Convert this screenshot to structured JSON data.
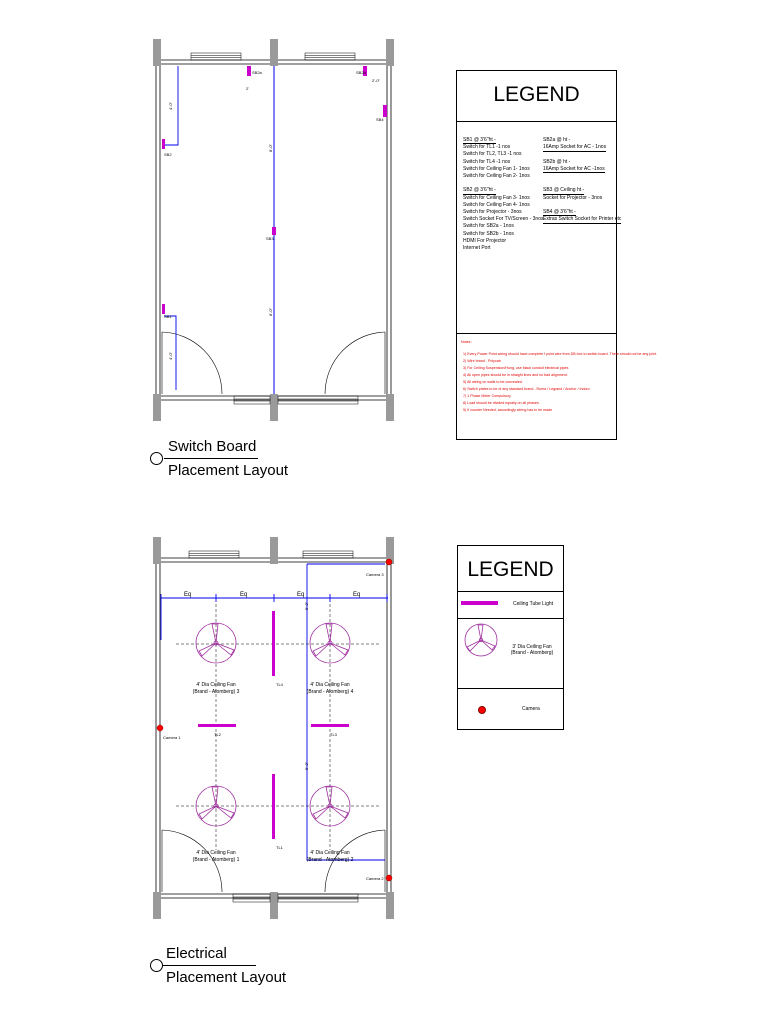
{
  "switch_layout": {
    "caption_line1": "Switch Board",
    "caption_line2": "Placement Layout",
    "labels": {
      "sb1": "SB1",
      "sb2": "SB2",
      "sb2a": "SB2a",
      "sb2b": "SB2b",
      "sb3": "SB3",
      "sb4": "SB4",
      "dim_left_top": "4'-0\"",
      "dim_left_bottom": "4'-0\"",
      "dim_center_top": "8'-0\"",
      "dim_center_bottom": "8'-0\"",
      "dim_top_right": "2'-0\"",
      "dim_top_small": "2'"
    }
  },
  "legend1": {
    "title": "LEGEND",
    "left_col": [
      {
        "text": "SB1 @ 3'6\"ht -",
        "underline": true
      },
      {
        "text": "Switch for TL1 -1 nos",
        "underline": false
      },
      {
        "text": "Switch for TL2, TL3 -1 nos",
        "underline": false
      },
      {
        "text": "Switch for TL4 -1 nos",
        "underline": false
      },
      {
        "text": "Switch for Ceiling Fan 1- 1nos",
        "underline": false
      },
      {
        "text": "Switch for Ceiling Fan 2- 1nos",
        "underline": false
      },
      {
        "text": "",
        "underline": false
      },
      {
        "text": "SB2 @ 3'6\"ht -",
        "underline": true
      },
      {
        "text": "Switch for Ceiling Fan 3- 1nos",
        "underline": false
      },
      {
        "text": "Switch for Ceiling Fan 4- 1nos",
        "underline": false
      },
      {
        "text": "Switch for Projector - 3nos",
        "underline": false
      },
      {
        "text": "Switch Socket For TV/Screen - 3nos",
        "underline": false
      },
      {
        "text": "Switch for SB2a - 1nos",
        "underline": false
      },
      {
        "text": "Switch for SB2b - 1nos",
        "underline": false
      },
      {
        "text": "HDMI For Projector",
        "underline": false
      },
      {
        "text": "Internet Port",
        "underline": false
      }
    ],
    "right_col": [
      {
        "text": "SB2a @ ht -",
        "underline": false
      },
      {
        "text": "16Amp Socket for AC - 1nos",
        "underline": true
      },
      {
        "text": "",
        "underline": false
      },
      {
        "text": "SB2b @ ht -",
        "underline": false
      },
      {
        "text": "16Amp Socket for AC -1nos",
        "underline": true
      },
      {
        "text": "",
        "underline": false
      },
      {
        "text": "",
        "underline": false
      },
      {
        "text": "SB3 @ Ceiling ht -",
        "underline": true
      },
      {
        "text": "Socket for Projector - 3nos",
        "underline": false
      },
      {
        "text": "",
        "underline": false
      },
      {
        "text": "SB4 @ 3'6\"ht -",
        "underline": true
      },
      {
        "text": "Extras Switch Socket for Printer etc",
        "underline": true
      }
    ],
    "notes_title": "Notes :",
    "notes": [
      "1)    Every Power Point wiring should have complete f point wire from DB box to switch board. There should not be any joint.",
      "2)    Wire brand - Polycab",
      "3)    For Ceiling Suspension/Hung, use black conduit electrical pipes",
      "4)    All open pipes should be in straight lines and no bad alignment.",
      "5)    All wiring on walls to be concealed.",
      "6)    Switch plates to be of any standard brand - Roma / Legrand / Anchor / Indoro",
      "7)    1 Phase Meter Compulsory",
      "8)    Load should be divided equally on all phases.",
      "9)    If counter Needed, accordingly wiring has to be made"
    ]
  },
  "electrical_layout": {
    "caption_line1": "Electrical",
    "caption_line2": "Placement Layout",
    "eq_label": "Eq",
    "fans": [
      {
        "line1": "4' Dia Ceiling Fan",
        "line2": "(Brand - Atomberg) 3"
      },
      {
        "line1": "4' Dia Ceiling Fan",
        "line2": "(Brand - Atomberg) 4"
      },
      {
        "line1": "4' Dia Ceiling Fan",
        "line2": "(Brand - Atomberg) 1"
      },
      {
        "line1": "4' Dia Ceiling Fan",
        "line2": "(Brand - Atomberg) 2"
      }
    ],
    "tl_labels": {
      "tl1": "TL1",
      "tl2": "TL2",
      "tl3": "TL3",
      "tl4": "TL4"
    },
    "cameras": {
      "camera1": "Camera 1",
      "camera2": "Camera 2",
      "camera3": "Camera 3"
    },
    "dim_labels": {
      "d1": "5'-0\"",
      "d2": "5'-0\""
    }
  },
  "legend2": {
    "title": "LEGEND",
    "rows": [
      {
        "label": "Ceiling Tube Light"
      },
      {
        "label_line1": "3' Dia Ceiling Fan",
        "label_line2": "(Brand - Atomberg)"
      },
      {
        "label": "Camera"
      }
    ]
  },
  "colors": {
    "wall": "#9a9a9a",
    "conduit": "#0000ee",
    "fixture": "#cc00cc",
    "fan": "#a030a0",
    "camera": "#ff0000",
    "notes": "#e00000"
  }
}
